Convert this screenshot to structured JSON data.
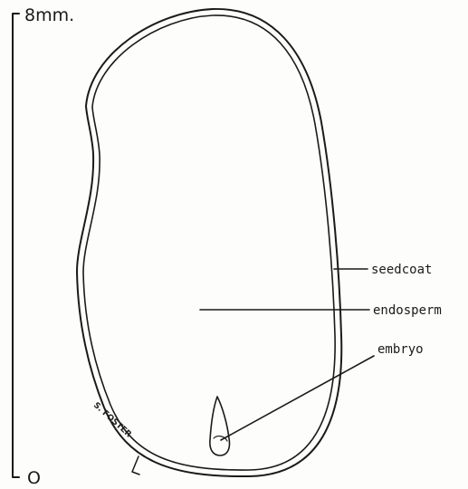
{
  "scale_bar": {
    "top_label": "8mm.",
    "bottom_label": "O"
  },
  "labels": {
    "seedcoat": "seedcoat",
    "endosperm": "endosperm",
    "embryo": "embryo"
  },
  "signature": "S. FOSTER"
}
